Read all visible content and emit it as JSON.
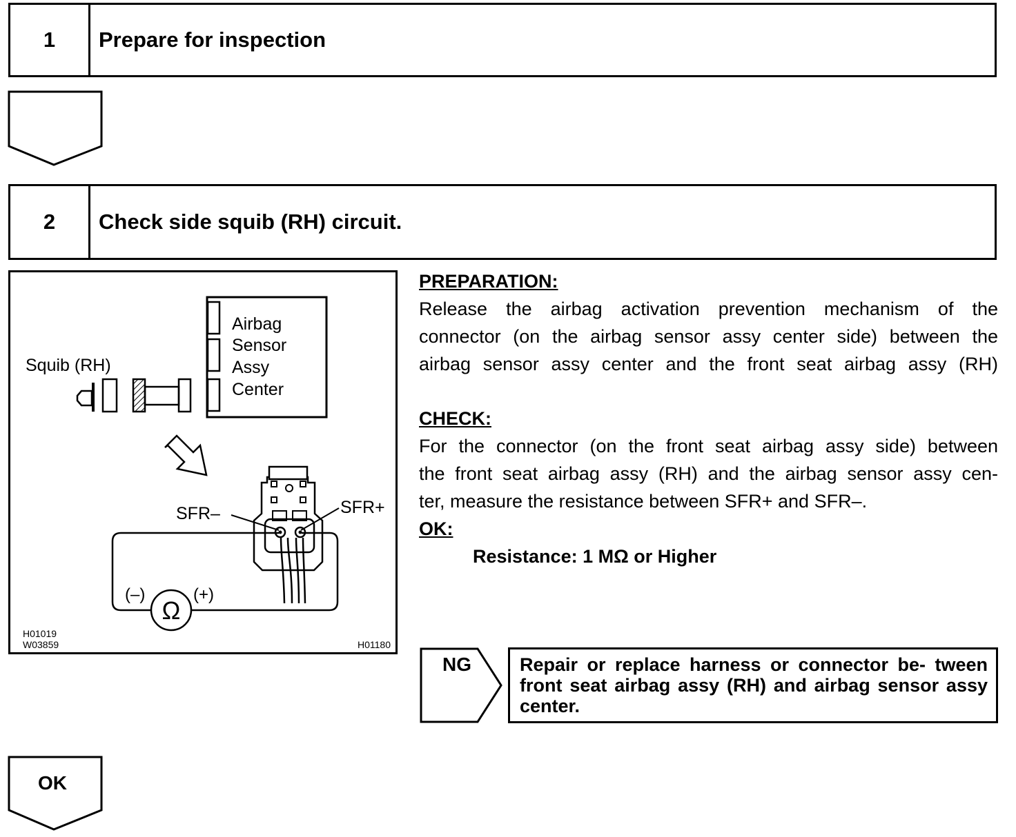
{
  "step1": {
    "number": "1",
    "title": "Prepare for inspection"
  },
  "step2": {
    "number": "2",
    "title": "Check side squib (RH) circuit."
  },
  "figure": {
    "squib_label": "Squib (RH)",
    "sensor_label_lines": [
      "Airbag",
      "Sensor",
      "Assy",
      "Center"
    ],
    "sfr_minus": "SFR–",
    "sfr_plus": "SFR+",
    "ohm_minus": "(–)",
    "ohm_plus": "(+)",
    "ohm_symbol": "Ω",
    "code_left_1": "H01019",
    "code_left_2": "W03859",
    "code_right": "H01180"
  },
  "instructions": {
    "preparation_heading": "PREPARATION:",
    "preparation_lines": [
      "Release the airbag activation prevention mechanism of the",
      "connector (on the airbag sensor assy center side) between the",
      "airbag sensor assy center and the front seat airbag assy (RH)"
    ],
    "check_heading": "CHECK:",
    "check_lines": [
      "For the connector (on the front seat airbag assy side) between",
      "the front seat airbag assy (RH) and the airbag sensor assy cen-"
    ],
    "check_last_line": "ter, measure the resistance between SFR+ and SFR–.",
    "ok_heading": "OK:",
    "spec": "Resistance: 1 MΩ or Higher"
  },
  "result_ng": {
    "label": "NG",
    "text": "Repair or replace harness or connector be- tween front seat airbag assy (RH) and airbag sensor assy center."
  },
  "result_ok": {
    "label": "OK"
  }
}
